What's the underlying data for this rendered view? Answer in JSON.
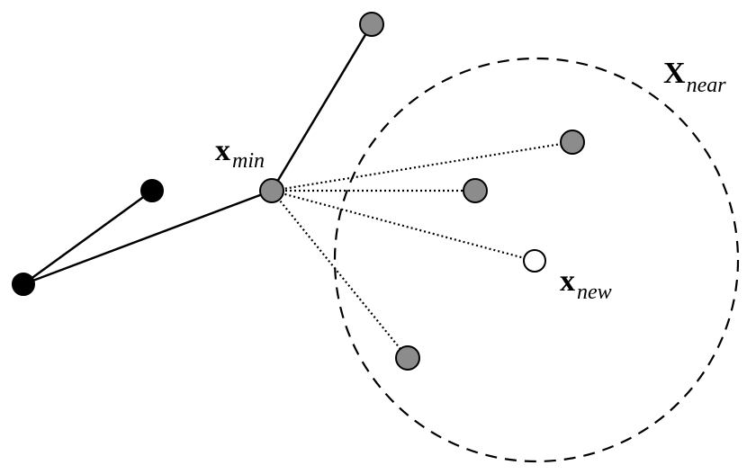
{
  "labels": {
    "x_min": {
      "main": "x",
      "sub": "min"
    },
    "x_new": {
      "main": "x",
      "sub": "new"
    },
    "X_near": {
      "main": "X",
      "sub": "near"
    }
  },
  "colors": {
    "tree_node": "#000000",
    "near_node": "#8c8c8c",
    "new_node": "#ffffff",
    "stroke": "#000000"
  }
}
